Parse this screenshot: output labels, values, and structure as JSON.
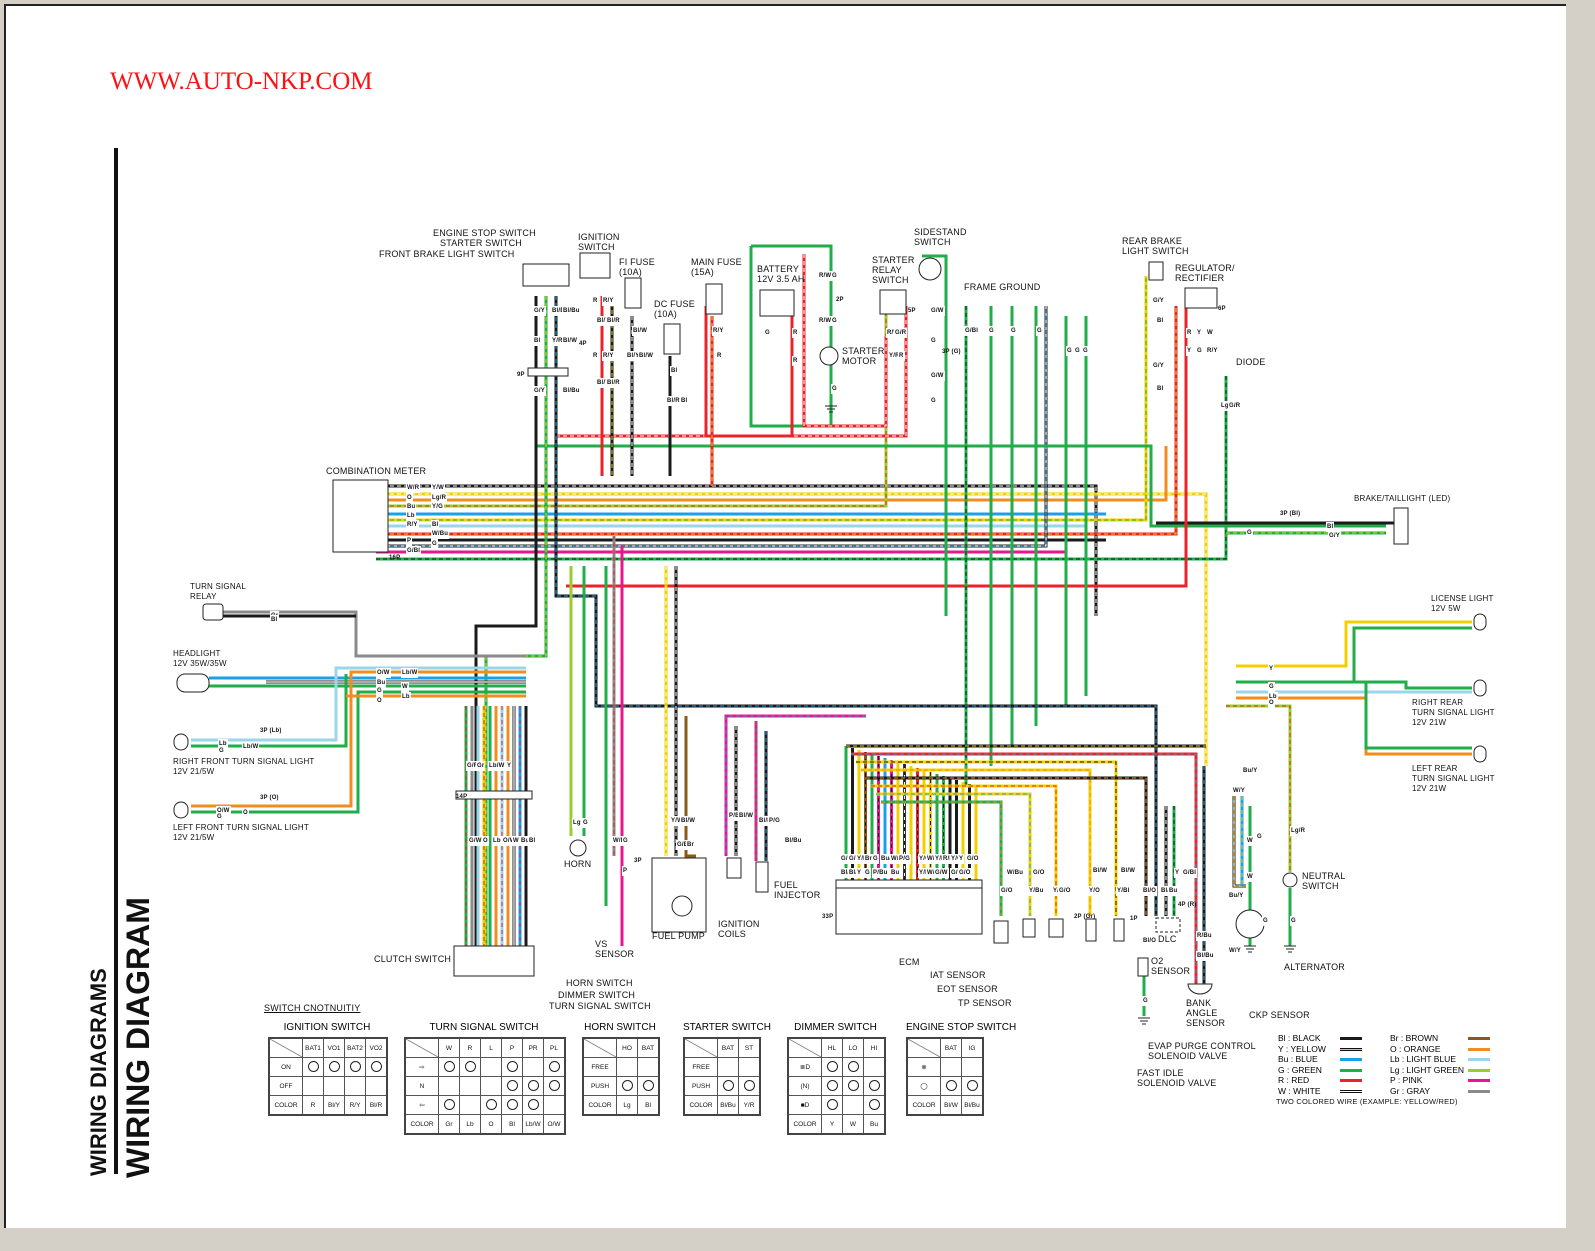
{
  "watermark": "WWW.AUTO-NKP.COM",
  "side_titles": {
    "section": "WIRING DIAGRAMS",
    "page": "WIRING DIAGRAM"
  },
  "components": {
    "engine_stop_switch": "ENGINE STOP SWITCH",
    "starter_switch": "STARTER SWITCH",
    "front_brake_light_switch": "FRONT BRAKE LIGHT SWITCH",
    "ignition_switch": [
      "IGNITION",
      "SWITCH"
    ],
    "fi_fuse": [
      "FI FUSE",
      "(10A)"
    ],
    "dc_fuse": [
      "DC FUSE",
      "(10A)"
    ],
    "main_fuse": [
      "MAIN FUSE",
      "(15A)"
    ],
    "battery": [
      "BATTERY",
      "12V 3.5 AH"
    ],
    "starter_motor": [
      "STARTER",
      "MOTOR"
    ],
    "starter_relay_switch": [
      "STARTER",
      "RELAY",
      "SWITCH"
    ],
    "sidestand_switch": [
      "SIDESTAND",
      "SWITCH"
    ],
    "frame_ground": "FRAME GROUND",
    "rear_brake_light_switch": [
      "REAR BRAKE",
      "LIGHT SWITCH"
    ],
    "regulator_rectifier": [
      "REGULATOR/",
      "RECTIFIER"
    ],
    "diode": "DIODE",
    "combination_meter": "COMBINATION METER",
    "brake_taillight": "BRAKE/TAILLIGHT (LED)",
    "turn_signal_relay": [
      "TURN SIGNAL",
      "RELAY"
    ],
    "headlight": [
      "HEADLIGHT",
      "12V 35W/35W"
    ],
    "right_front_turn": [
      "RIGHT FRONT TURN SIGNAL LIGHT",
      "12V 21/5W"
    ],
    "left_front_turn": [
      "LEFT FRONT TURN SIGNAL LIGHT",
      "12V 21/5W"
    ],
    "license_light": [
      "LICENSE LIGHT",
      "12V 5W"
    ],
    "right_rear_turn": [
      "RIGHT REAR",
      "TURN SIGNAL LIGHT",
      "12V 21W"
    ],
    "left_rear_turn": [
      "LEFT REAR",
      "TURN SIGNAL LIGHT",
      "12V 21W"
    ],
    "neutral_switch": [
      "NEUTRAL",
      "SWITCH"
    ],
    "alternator": "ALTERNATOR",
    "ckp_sensor": "CKP SENSOR",
    "horn": "HORN",
    "vs_sensor": [
      "VS",
      "SENSOR"
    ],
    "fuel_pump": "FUEL PUMP",
    "ignition_coils": [
      "IGNITION",
      "COILS"
    ],
    "fuel_injector": [
      "FUEL",
      "INJECTOR"
    ],
    "ecm": "ECM",
    "iat_sensor": "IAT SENSOR",
    "eot_sensor": "EOT SENSOR",
    "tp_sensor": "TP SENSOR",
    "o2_sensor": [
      "O2",
      "SENSOR"
    ],
    "dlc": "DLC",
    "bank_angle_sensor": [
      "BANK",
      "ANGLE",
      "SENSOR"
    ],
    "evap_purge": [
      "EVAP PURGE CONTROL",
      "SOLENOID VALVE"
    ],
    "fast_idle": [
      "FAST IDLE",
      "SOLENOID VALVE"
    ],
    "clutch_switch": "CLUTCH SWITCH",
    "horn_switch_lbl": "HORN SWITCH",
    "dimmer_switch_lbl": "DIMMER SWITCH",
    "turn_signal_switch_lbl": "TURN SIGNAL SWITCH"
  },
  "connectors": {
    "c9p": "9P",
    "c4p": "4P",
    "c2p": "2P",
    "c5p": "5P",
    "c3pg": "3P (G)",
    "c6p": "6P",
    "c16p": "16P",
    "c3pbl": "3P (Bl)",
    "c3plb": "3P (Lb)",
    "c3po": "3P (O)",
    "c14p": "14P",
    "c33p": "33P",
    "c4pr": "4P (R)",
    "c3p": "3P",
    "c2pgr": "2P (Gr)",
    "c1p": "1P"
  },
  "wire_codes": {
    "left_stack": [
      "G/Y",
      "Bl/Bu",
      "Bl/Bu",
      "Bl",
      "Y/R",
      "Bl/W",
      "G/Y",
      "Bl/Bu"
    ],
    "ignition": [
      "R",
      "R/Y",
      "Bl/Y",
      "Bl/R",
      "R",
      "R/Y",
      "Bl/Y",
      "Bl/R"
    ],
    "fuses": [
      "Bl/W",
      "Bl/Y",
      "Bl/W",
      "Bl",
      "Bl/R",
      "Bl",
      "R/Y",
      "R"
    ],
    "battery": [
      "G",
      "R",
      "R",
      "R/W",
      "G",
      "R/W",
      "G",
      "G"
    ],
    "relay": [
      "R/W",
      "G/R",
      "Y/R",
      "R"
    ],
    "sidestand": [
      "G/W",
      "G",
      "G/W",
      "G"
    ],
    "ground": [
      "G/Bl",
      "G",
      "G",
      "G",
      "G",
      "G",
      "G"
    ],
    "rear": [
      "G/Y",
      "Bl",
      "G/Y",
      "Bl",
      "R",
      "Y",
      "W",
      "Y",
      "G",
      "R/Y",
      "Lg/R",
      "G/R"
    ],
    "meter": [
      "W/R",
      "Y/W",
      "O",
      "Lg/R",
      "Bu",
      "Y/G",
      "Lb",
      "R/Y",
      "Bl",
      "W/Bu",
      "P",
      "G",
      "G/Bl"
    ],
    "front_harness": [
      "Gr",
      "Bl",
      "O/W",
      "Lb/W",
      "Bu",
      "W",
      "G",
      "Lb",
      "O"
    ],
    "turn_front": [
      "Lb",
      "G",
      "Lb/W",
      "O/W",
      "G",
      "O"
    ],
    "taillight": [
      "Bl",
      "G",
      "G/Y"
    ],
    "rear_4p": [
      "Y",
      "G",
      "Lb",
      "O"
    ],
    "clutch_stack": [
      "G/R",
      "Gr",
      "Lb/W",
      "Y",
      "G/W",
      "O",
      "Lb",
      "O/W",
      "W",
      "Bu",
      "Bl"
    ],
    "horn": [
      "Lg",
      "G"
    ],
    "vs": [
      "W/R",
      "G",
      "P"
    ],
    "pump": [
      "Y/W",
      "Bl/W",
      "G/Bl",
      "Br"
    ],
    "coils": [
      "P/Bu",
      "Bl/W"
    ],
    "injector": [
      "Bl/Bu",
      "P/G",
      "Bl/Bu"
    ],
    "ecm_top": [
      "G/Bl",
      "G/O",
      "Y/R",
      "Br",
      "G",
      "Bu/Y",
      "W/Bu",
      "P/G",
      "Y/O",
      "W/Bu",
      "Y/Bu",
      "R/Bu",
      "Y/G",
      "Y",
      "G/O"
    ],
    "ecm_bottom": [
      "Bl/Bu",
      "Bl/O",
      "Y",
      "G",
      "P/Bu",
      "Bu",
      "Y/Bl",
      "W/Y",
      "G/W",
      "G/R",
      "G/O"
    ],
    "sensors": [
      "G/O",
      "W/Bu",
      "Y/Bu",
      "G/O",
      "Y/R",
      "G/O",
      "Y/O",
      "Bl/W",
      "Y/Bl",
      "Bl/W",
      "Bl/O",
      "Bl/O",
      "Bl/W",
      "Bu",
      "Y",
      "G/Bl",
      "R/Bu",
      "Bl/Bu",
      "G"
    ],
    "alt": [
      "W/Y",
      "Bu/Y",
      "W",
      "W",
      "G",
      "G",
      "Bu/Y",
      "W/Y",
      "Lg/R",
      "G"
    ]
  },
  "continuity": {
    "title": "SWITCH CNOTNUITIY",
    "tables": [
      {
        "title": "IGNITION SWITCH",
        "cols": [
          "BAT1",
          "VO1",
          "BAT2",
          "VO2"
        ],
        "rows": [
          {
            "label": "ON",
            "cells": [
              "o",
              "o",
              "o",
              "o"
            ]
          },
          {
            "label": "OFF",
            "cells": [
              "",
              "",
              "",
              ""
            ]
          },
          {
            "label": "COLOR",
            "cells": [
              "R",
              "Bl/Y",
              "R/Y",
              "Bl/R"
            ]
          }
        ]
      },
      {
        "title": "TURN SIGNAL SWITCH",
        "cols": [
          "W",
          "R",
          "L",
          "P",
          "PR",
          "PL"
        ],
        "rows": [
          {
            "label": "⇨",
            "cells": [
              "o",
              "o",
              "",
              "o",
              "",
              "o"
            ]
          },
          {
            "label": "N",
            "cells": [
              "",
              "",
              "",
              "o",
              "o",
              "o"
            ]
          },
          {
            "label": "⇦",
            "cells": [
              "o",
              "",
              "o",
              "o",
              "o",
              ""
            ]
          },
          {
            "label": "COLOR",
            "cells": [
              "Gr",
              "Lb",
              "O",
              "Bl",
              "Lb/W",
              "O/W"
            ]
          }
        ]
      },
      {
        "title": "HORN SWITCH",
        "cols": [
          "HO",
          "BAT"
        ],
        "rows": [
          {
            "label": "FREE",
            "cells": [
              "",
              ""
            ]
          },
          {
            "label": "PUSH",
            "cells": [
              "o",
              "o"
            ]
          },
          {
            "label": "COLOR",
            "cells": [
              "Lg",
              "Bl"
            ]
          }
        ]
      },
      {
        "title": "STARTER SWITCH",
        "cols": [
          "BAT",
          "ST"
        ],
        "rows": [
          {
            "label": "FREE",
            "cells": [
              "",
              ""
            ]
          },
          {
            "label": "PUSH",
            "cells": [
              "o",
              "o"
            ]
          },
          {
            "label": "COLOR",
            "cells": [
              "Bl/Bu",
              "Y/R"
            ]
          }
        ]
      },
      {
        "title": "DIMMER SWITCH",
        "cols": [
          "HL",
          "LO",
          "HI"
        ],
        "rows": [
          {
            "label": "≣D",
            "cells": [
              "o",
              "o",
              ""
            ]
          },
          {
            "label": "(N)",
            "cells": [
              "o",
              "o",
              "o"
            ]
          },
          {
            "label": "■D",
            "cells": [
              "o",
              "",
              "o"
            ]
          },
          {
            "label": "COLOR",
            "cells": [
              "Y",
              "W",
              "Bu"
            ]
          }
        ]
      },
      {
        "title": "ENGINE STOP SWITCH",
        "cols": [
          "BAT",
          "IG"
        ],
        "rows": [
          {
            "label": "⊗",
            "cells": [
              "",
              ""
            ]
          },
          {
            "label": "◯",
            "cells": [
              "o",
              "o"
            ]
          },
          {
            "label": "COLOR",
            "cells": [
              "Bl/W",
              "Bl/Bu"
            ]
          }
        ]
      }
    ]
  },
  "legend": {
    "items": [
      {
        "code": "Bl",
        "name": "BLACK",
        "color": "#1a1a1a"
      },
      {
        "code": "Y",
        "name": "YELLOW",
        "color": "#f2d000"
      },
      {
        "code": "Bu",
        "name": "BLUE",
        "color": "#1aa0e6"
      },
      {
        "code": "G",
        "name": "GREEN",
        "color": "#1fae4a"
      },
      {
        "code": "R",
        "name": "RED",
        "color": "#e8232a"
      },
      {
        "code": "W",
        "name": "WHITE",
        "color": "#ffffff"
      },
      {
        "code": "Br",
        "name": "BROWN",
        "color": "#8a5a1a"
      },
      {
        "code": "O",
        "name": "ORANGE",
        "color": "#f28c1e"
      },
      {
        "code": "Lb",
        "name": "LIGHT BLUE",
        "color": "#9ad6e8"
      },
      {
        "code": "Lg",
        "name": "LIGHT GREEN",
        "color": "#9acd32"
      },
      {
        "code": "P",
        "name": "PINK",
        "color": "#e6178c"
      },
      {
        "code": "Gr",
        "name": "GRAY",
        "color": "#8a8a8a"
      }
    ],
    "note": "TWO COLORED WIRE (EXAMPLE: YELLOW/RED)"
  }
}
